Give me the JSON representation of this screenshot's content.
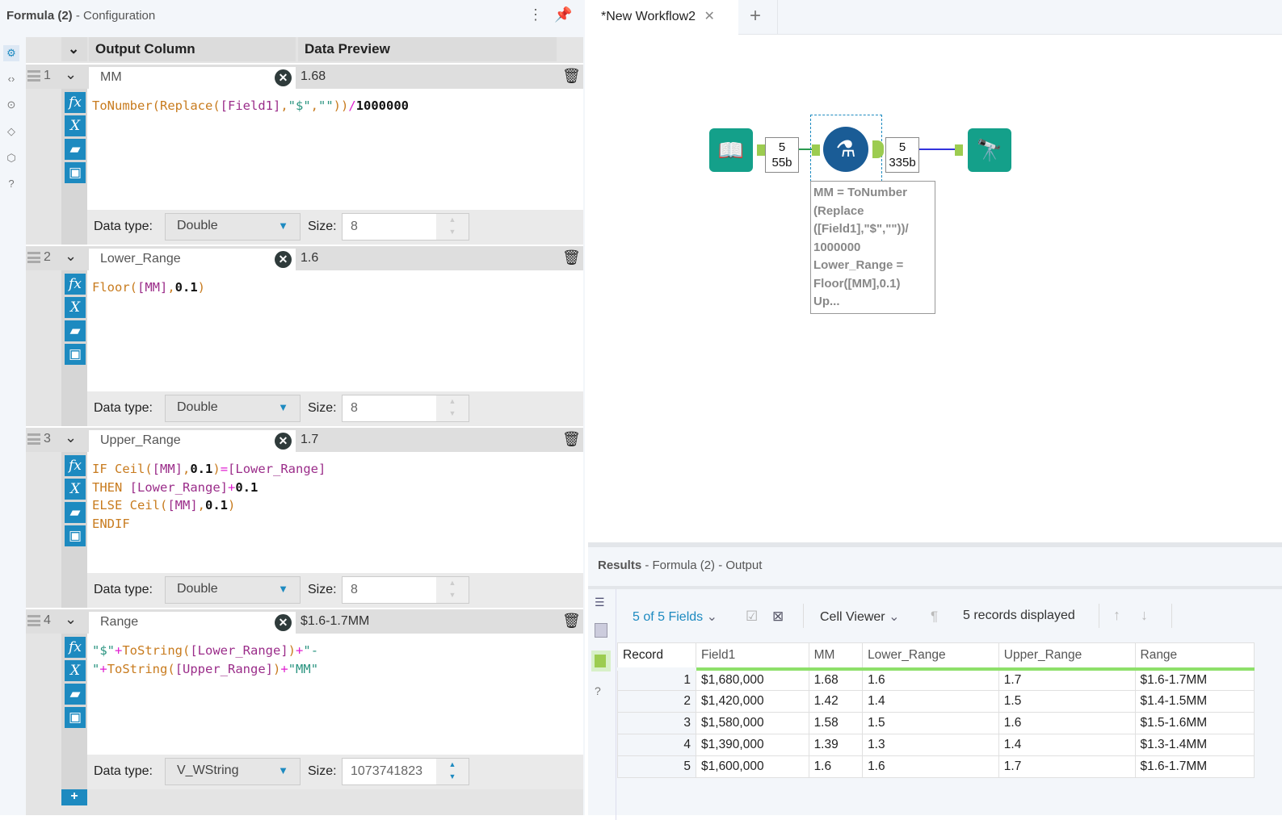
{
  "config": {
    "title": "Formula (2)",
    "subtitle": "- Configuration",
    "col_output": "Output Column",
    "col_preview": "Data Preview",
    "datatype_label": "Data type:",
    "size_label": "Size:"
  },
  "formulas": [
    {
      "num": "1",
      "name": "MM",
      "preview": "1.68",
      "datatype": "Double",
      "size": "8",
      "code": [
        [
          [
            "fn",
            "ToNumber"
          ],
          [
            "fn",
            "("
          ],
          [
            "fn",
            "Replace("
          ],
          [
            "fd",
            "[Field1]"
          ],
          [
            "fn",
            ","
          ],
          [
            "st",
            "\"$\""
          ],
          [
            "fn",
            ","
          ],
          [
            "st",
            "\"\""
          ],
          [
            "fn",
            "))"
          ],
          [
            "op",
            "/"
          ],
          [
            "nm",
            "1000000"
          ]
        ]
      ]
    },
    {
      "num": "2",
      "name": "Lower_Range",
      "preview": "1.6",
      "datatype": "Double",
      "size": "8",
      "code": [
        [
          [
            "fn",
            "Floor("
          ],
          [
            "fd",
            "[MM]"
          ],
          [
            "fn",
            ","
          ],
          [
            "nm",
            "0.1"
          ],
          [
            "fn",
            ")"
          ]
        ]
      ]
    },
    {
      "num": "3",
      "name": "Upper_Range",
      "preview": "1.7",
      "datatype": "Double",
      "size": "8",
      "code": [
        [
          [
            "kw",
            "IF "
          ],
          [
            "fn",
            "Ceil("
          ],
          [
            "fd",
            "[MM]"
          ],
          [
            "fn",
            ","
          ],
          [
            "nm",
            "0.1"
          ],
          [
            "fn",
            ")"
          ],
          [
            "op",
            "="
          ],
          [
            "fd",
            "[Lower_Range]"
          ]
        ],
        [
          [
            "kw",
            "THEN "
          ],
          [
            "fd",
            "[Lower_Range]"
          ],
          [
            "op",
            "+"
          ],
          [
            "nm",
            "0.1"
          ]
        ],
        [
          [
            "kw",
            "ELSE "
          ],
          [
            "fn",
            "Ceil("
          ],
          [
            "fd",
            "[MM]"
          ],
          [
            "fn",
            ","
          ],
          [
            "nm",
            "0.1"
          ],
          [
            "fn",
            ")"
          ]
        ],
        [
          [
            "kw",
            "ENDIF"
          ]
        ]
      ]
    },
    {
      "num": "4",
      "name": "Range",
      "preview": "$1.6-1.7MM",
      "datatype": "V_WString",
      "size": "1073741823",
      "code": [
        [
          [
            "st",
            "\"$\""
          ],
          [
            "op",
            "+"
          ],
          [
            "fn",
            "ToString("
          ],
          [
            "fd",
            "[Lower_Range]"
          ],
          [
            "fn",
            ")"
          ],
          [
            "op",
            "+"
          ],
          [
            "st",
            "\"-"
          ]
        ],
        [
          [
            "st",
            "\""
          ],
          [
            "op",
            "+"
          ],
          [
            "fn",
            "ToString("
          ],
          [
            "fd",
            "[Upper_Range]"
          ],
          [
            "fn",
            ")"
          ],
          [
            "op",
            "+"
          ],
          [
            "st",
            "\"MM\""
          ]
        ]
      ]
    }
  ],
  "workflow": {
    "tab": "*New Workflow2",
    "in_count": "5",
    "in_size": "55b",
    "out_count": "5",
    "out_size": "335b",
    "annotation": [
      "MM = ToNumber",
      "(Replace",
      "([Field1],\"$\",\"\"))/",
      "1000000",
      "Lower_Range =",
      "Floor([MM],0.1)",
      "Up..."
    ]
  },
  "results": {
    "title": "Results",
    "subtitle": "- Formula (2) - Output",
    "fields": "5 of 5 Fields",
    "viewer": "Cell Viewer",
    "records": "5 records displayed",
    "columns": [
      "Record",
      "Field1",
      "MM",
      "Lower_Range",
      "Upper_Range",
      "Range"
    ],
    "rows": [
      [
        "1",
        "$1,680,000",
        "1.68",
        "1.6",
        "1.7",
        "$1.6-1.7MM"
      ],
      [
        "2",
        "$1,420,000",
        "1.42",
        "1.4",
        "1.5",
        "$1.4-1.5MM"
      ],
      [
        "3",
        "$1,580,000",
        "1.58",
        "1.5",
        "1.6",
        "$1.5-1.6MM"
      ],
      [
        "4",
        "$1,390,000",
        "1.39",
        "1.3",
        "1.4",
        "$1.3-1.4MM"
      ],
      [
        "5",
        "$1,600,000",
        "1.6",
        "1.6",
        "1.7",
        "$1.6-1.7MM"
      ]
    ]
  },
  "colors": {
    "accent": "#1d8ac0",
    "tool_green": "#14a08a",
    "formula_blue": "#1a5c96",
    "header_underline": "#8ee06a"
  }
}
